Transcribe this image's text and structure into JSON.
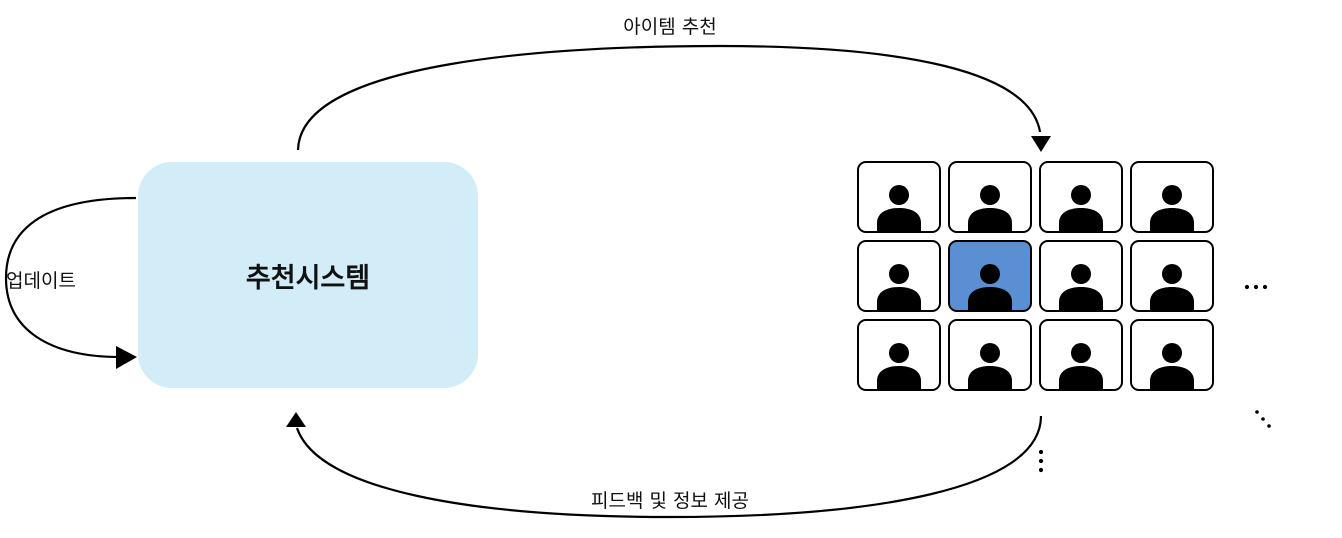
{
  "labels": {
    "item_recommendation": "아이템 추천",
    "update": "업데이트",
    "feedback": "피드백 및 정보 제공"
  },
  "system": {
    "title": "추천시스템"
  },
  "grid": {
    "rows": 3,
    "cols": 4,
    "highlighted": [
      [
        1,
        1
      ]
    ],
    "icon": "person-icon",
    "continuation_right": "…",
    "continuation_down": "⋮",
    "continuation_diagonal": "⋱"
  },
  "colors": {
    "system_box": "#d2ecf8",
    "highlight": "#5b8fd4",
    "line": "#000000"
  }
}
